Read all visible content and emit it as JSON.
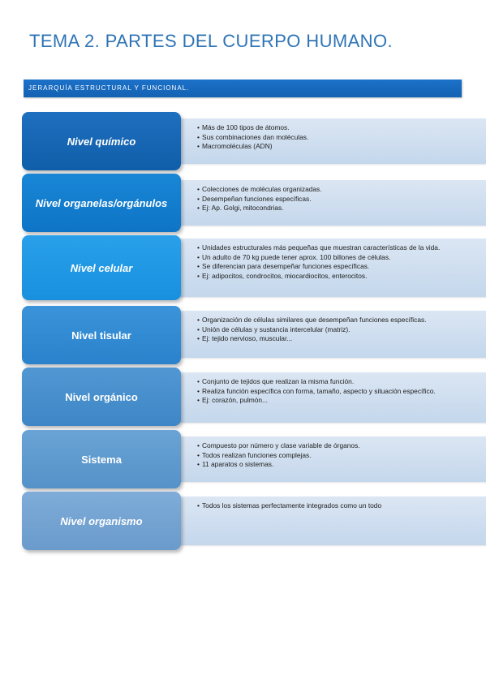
{
  "title": "TEMA 2. PARTES DEL CUERPO HUMANO.",
  "section_heading": "JERARQUÍA ESTRUCTURAL Y FUNCIONAL.",
  "levels": [
    {
      "name": "Nivel químico",
      "items": [
        "Más de 100 tipos de átomos.",
        "Sus combinaciones dan moléculas.",
        "Macromoléculas (ADN)"
      ]
    },
    {
      "name": "Nivel organelas/orgánulos",
      "items": [
        "Colecciones de moléculas organizadas.",
        "Desempeñan funciones específicas.",
        " Ej: Ap. Golgi, mitocondrias."
      ]
    },
    {
      "name": "Nivel celular",
      "items": [
        "Unidades estructurales más pequeñas que muestran características de la vida.",
        "Un adulto de 70 kg puede tener aprox. 100 billones de células.",
        "Se diferencian para desempeñar funciones específicas.",
        "Ej: adipocitos, condrocitos, miocardiocitos, enterocitos."
      ]
    },
    {
      "name": "Nivel tisular",
      "items": [
        "Organización de células similares que desempeñan funciones específicas.",
        "Unión de células y sustancia intercelular (matriz).",
        "Ej: tejido nervioso, muscular..."
      ]
    },
    {
      "name": "Nivel orgánico",
      "items": [
        "Conjunto de tejidos que realizan la misma función.",
        "Realiza función específica con forma, tamaño, aspecto y situación específico.",
        "Ej: corazón, pulmón..."
      ]
    },
    {
      "name": "Sistema",
      "items": [
        "Compuesto por número y clase variable de órganos.",
        "Todos realizan funciones complejas.",
        "11 aparatos o sistemas."
      ]
    },
    {
      "name": "Nivel organismo",
      "items": [
        "Todos los sistemas perfectamente integrados como un todo"
      ]
    }
  ]
}
